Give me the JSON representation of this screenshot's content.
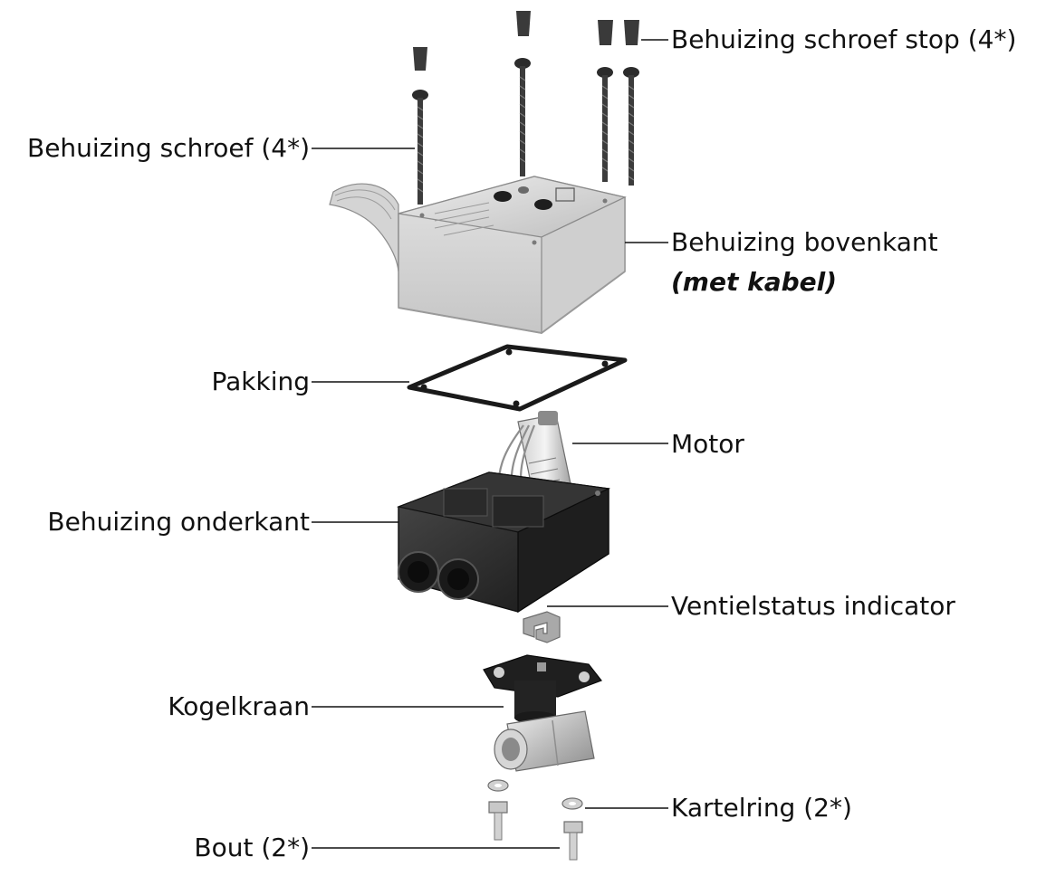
{
  "labels": {
    "schroef_stop": "Behuizing schroef stop (4*)",
    "schroef": "Behuizing schroef (4*)",
    "bovenkant": "Behuizing bovenkant",
    "bovenkant_sub": "(met kabel)",
    "pakking": "Pakking",
    "motor": "Motor",
    "onderkant": "Behuizing onderkant",
    "ventielstatus": "Ventielstatus indicator",
    "kogelkraan": "Kogelkraan",
    "kartelring": "Kartelring (2*)",
    "bout": "Bout (2*)"
  },
  "colors": {
    "text": "#111111",
    "top_housing": "#d9d9d9",
    "bottom_housing": "#2a2a2a",
    "valve_body": "#bdbdbd",
    "dark_part": "#222222"
  }
}
